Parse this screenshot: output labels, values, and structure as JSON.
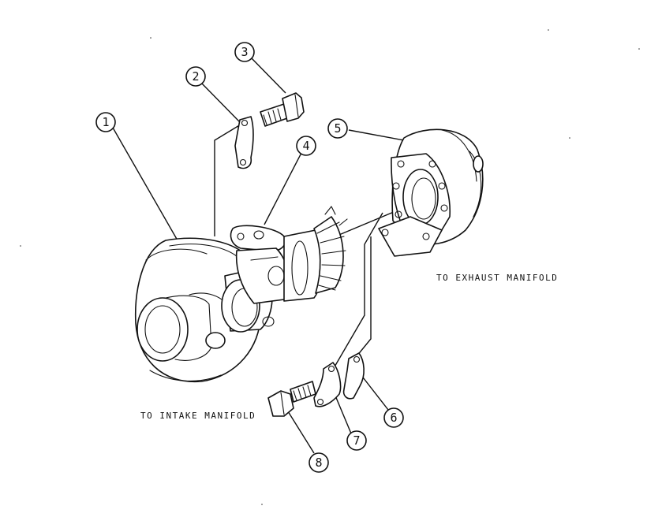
{
  "labels": {
    "exhaust": "TO EXHAUST MANIFOLD",
    "intake": "TO INTAKE MANIFOLD"
  },
  "callouts": [
    {
      "id": "1",
      "text": "1"
    },
    {
      "id": "2",
      "text": "2"
    },
    {
      "id": "3",
      "text": "3"
    },
    {
      "id": "4",
      "text": "4"
    },
    {
      "id": "5",
      "text": "5"
    },
    {
      "id": "6",
      "text": "6"
    },
    {
      "id": "7",
      "text": "7"
    },
    {
      "id": "8",
      "text": "8"
    }
  ]
}
